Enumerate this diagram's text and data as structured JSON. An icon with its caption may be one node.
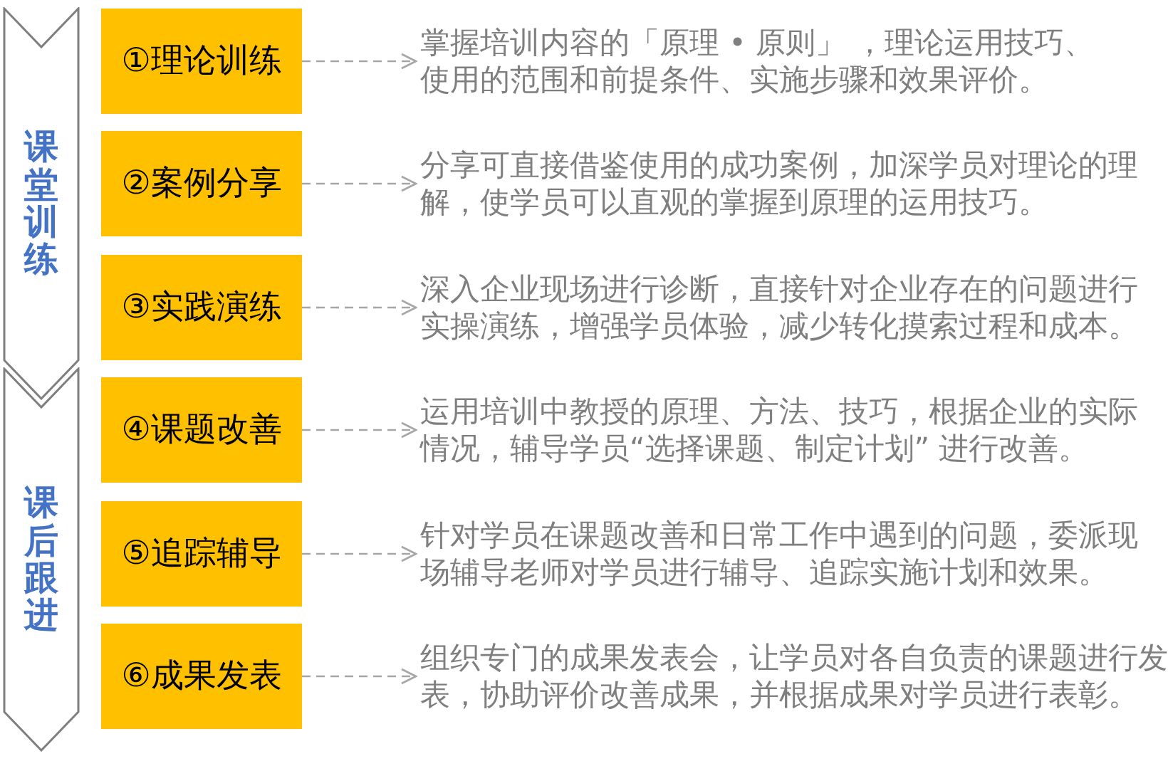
{
  "diagram": {
    "nodes": [
      {
        "text": [
          "课堂训练"
        ]
      },
      {
        "text": [
          "①理论训练"
        ]
      },
      {
        "text": [
          "掌握培训内容的「原理 • 原则」 ，理论运用技巧、使用的范围和前提条件、实施步骤和效果评价。"
        ]
      },
      {
        "text": [
          "②案例分享"
        ]
      },
      {
        "text": [
          "分享可直接借鉴使用的成功案例，加深学员对理论的理解，使学员可以直观的掌握到原理的运用技巧。"
        ]
      },
      {
        "text": [
          "③实践演练"
        ]
      },
      {
        "text": [
          "深入企业现场进行诊断，直接针对企业存在的问题进行实操演练，增强学员体验，减少转化摸索过程和成本。"
        ]
      },
      {
        "text": [
          "课后跟进"
        ]
      },
      {
        "text": [
          "④课题改善"
        ]
      },
      {
        "text": [
          "运用培训中教授的原理、方法、技巧，根据企业的实际情况，辅导学员“选择课题、制定计划” 进行改善。"
        ]
      },
      {
        "text": [
          "⑤追踪辅导"
        ]
      },
      {
        "text": [
          "针对学员在课题改善和日常工作中遇到的问题，委派现场辅导老师对学员进行辅导、追踪实施计划和效果。"
        ]
      },
      {
        "text": [
          "⑥成果发表"
        ]
      },
      {
        "text": [
          "组织专门的成果发表会，让学员对各自负责的课题进行发表，协助评价改善成果，并根据成果对学员进行表彰。"
        ]
      }
    ],
    "edges": [
      {
        "from": 1,
        "to": 2,
        "arrow": "to",
        "style": "dashed"
      },
      {
        "from": 3,
        "to": 4,
        "arrow": "to",
        "style": "dashed"
      },
      {
        "from": 5,
        "to": 6,
        "arrow": "to",
        "style": "dashed"
      },
      {
        "from": 8,
        "to": 9,
        "arrow": "to",
        "style": "dashed"
      },
      {
        "from": 10,
        "to": 11,
        "arrow": "to",
        "style": "dashed"
      },
      {
        "from": 12,
        "to": 13,
        "arrow": "to",
        "style": "dashed"
      }
    ]
  }
}
